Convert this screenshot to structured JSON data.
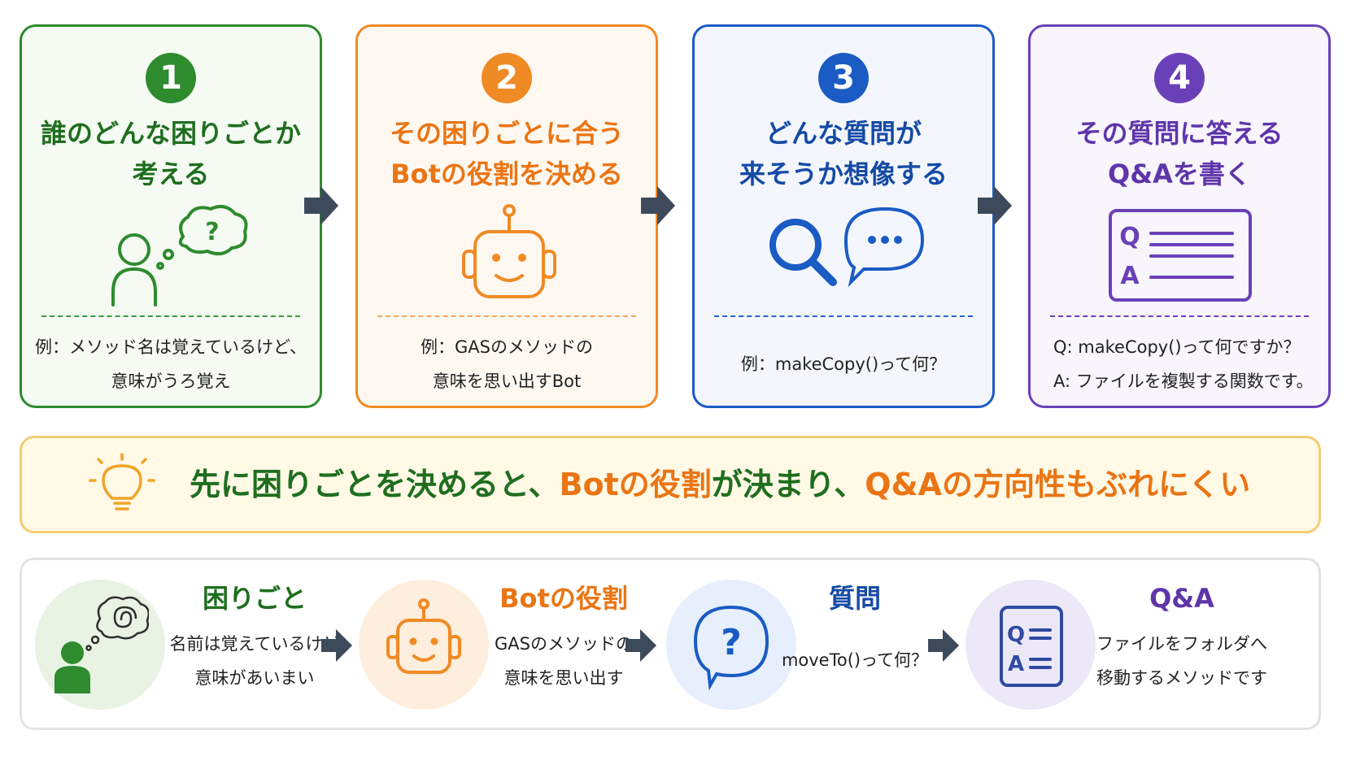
{
  "steps": [
    {
      "number": "1",
      "title_lines": [
        "誰のどんな困りごとか",
        "考える"
      ],
      "example_lines": [
        "例：メソッド名は覚えているけど、",
        "意味がうろ覚え"
      ]
    },
    {
      "number": "2",
      "title_lines": [
        "その困りごとに合う",
        "Botの役割を決める"
      ],
      "example_lines": [
        "例：GASのメソッドの",
        "意味を思い出すBot"
      ]
    },
    {
      "number": "3",
      "title_lines": [
        "どんな質問が",
        "来そうか想像する"
      ],
      "example_lines": [
        "例：makeCopy()って何？"
      ]
    },
    {
      "number": "4",
      "title_lines": [
        "その質問に答える",
        "Q&Aを書く"
      ],
      "example_lines": [
        "Q: makeCopy()って何ですか？",
        "A: ファイルを複製する関数です。"
      ]
    }
  ],
  "qa_icon": {
    "q": "Q",
    "a": "A"
  },
  "banner": {
    "part1": "先に困りごとを決めると、",
    "part2": "Botの役割",
    "part3": "が決まり、",
    "part4": "Q&Aの方向性もぶれにくい"
  },
  "examples": [
    {
      "title": "困りごと",
      "lines": [
        "名前は覚えているけど",
        "意味があいまい"
      ]
    },
    {
      "title": "Botの役割",
      "lines": [
        "GASのメソッドの",
        "意味を思い出す"
      ]
    },
    {
      "title": "質問",
      "lines": [
        "moveTo()って何？"
      ]
    },
    {
      "title": "Q&A",
      "lines": [
        "ファイルをフォルダへ",
        "移動するメソッドです"
      ]
    }
  ],
  "colors": {
    "green": "#2e8b2e",
    "orange": "#f08a24",
    "blue": "#1a5bc4",
    "purple": "#6a40b8",
    "arrow": "#3d4a5c"
  },
  "icons": [
    "person-thinking-icon",
    "robot-icon",
    "magnifier-icon",
    "chat-bubble-icon",
    "qa-sheet-icon",
    "lightbulb-icon",
    "question-bubble-icon",
    "arrow-right-icon"
  ]
}
